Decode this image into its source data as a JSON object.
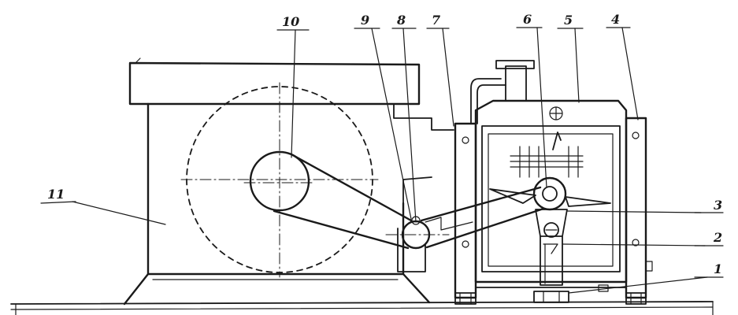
{
  "diagram": {
    "ink_color": "#1a1a1a",
    "paper_color": "#ffffff",
    "callouts": [
      {
        "id": "c1",
        "label": "1"
      },
      {
        "id": "c2",
        "label": "2"
      },
      {
        "id": "c3",
        "label": "3"
      },
      {
        "id": "c4",
        "label": "4"
      },
      {
        "id": "c5",
        "label": "5"
      },
      {
        "id": "c6",
        "label": "6"
      },
      {
        "id": "c7",
        "label": "7"
      },
      {
        "id": "c8",
        "label": "8"
      },
      {
        "id": "c9",
        "label": "9"
      },
      {
        "id": "c10",
        "label": "10"
      },
      {
        "id": "c11",
        "label": "11"
      }
    ]
  }
}
